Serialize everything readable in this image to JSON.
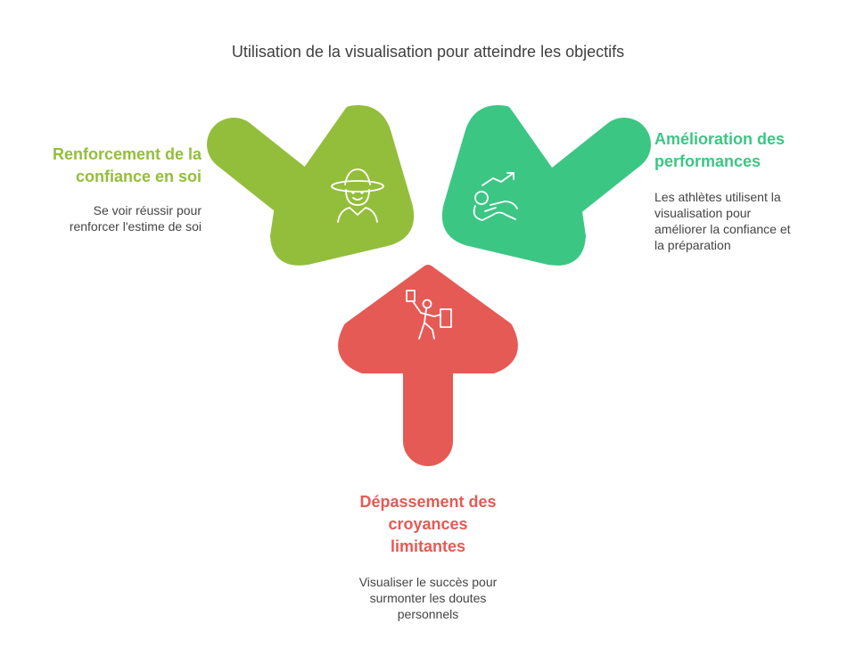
{
  "title": "Utilisation de la visualisation pour atteindre les objectifs",
  "colors": {
    "green_light": "#93BE3B",
    "green_teal": "#3CC684",
    "red": "#E55A55",
    "title": "#3F3F3F",
    "text": "#444444"
  },
  "items": [
    {
      "id": "left",
      "heading_lines": [
        "Renforcement de la",
        "confiance en soi"
      ],
      "desc_lines": [
        "Se voir réussir pour",
        "renforcer l'estime de soi"
      ],
      "icon": "farmer-hat-person-icon"
    },
    {
      "id": "right",
      "heading_lines": [
        "Amélioration des",
        "performances"
      ],
      "desc_lines": [
        "Les athlètes utilisent la",
        "visualisation pour",
        "améliorer la confiance et",
        "la préparation"
      ],
      "icon": "athlete-trend-icon"
    },
    {
      "id": "bottom",
      "heading_lines": [
        "Dépassement des",
        "croyances",
        "limitantes"
      ],
      "desc_lines": [
        "Visualiser le succès pour",
        "surmonter les doutes",
        "personnels"
      ],
      "icon": "person-holding-signs-icon"
    }
  ]
}
